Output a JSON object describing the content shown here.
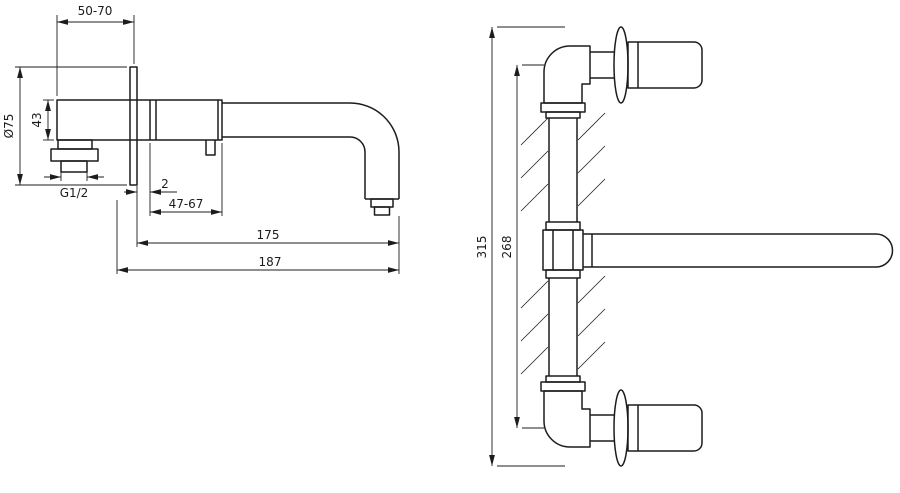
{
  "drawing": {
    "side_view": {
      "mount_depth": "50-70",
      "rosette_diameter": "Ø75",
      "body_diameter": "43",
      "thread": "G1/2",
      "plate_gap": "2",
      "depth_range": "47-67",
      "spout_reach": "175",
      "overall_length": "187"
    },
    "front_view": {
      "overall_height": "315",
      "center_spacing": "268"
    },
    "style": {
      "line_color": "#1c1c1c",
      "background": "#ffffff"
    }
  }
}
